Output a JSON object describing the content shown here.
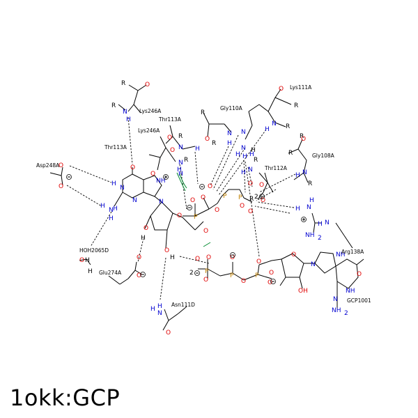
{
  "caption": "1okk:GCP",
  "colors": {
    "oxygen": "#e00000",
    "nitrogen": "#0000d0",
    "phosphorus": "#c08000",
    "hydrophobic": "#008a2e",
    "text": "#000000"
  },
  "residues": [
    {
      "name": "lys246a",
      "text": "Lys246A",
      "color": "#000000"
    },
    {
      "name": "thr113a-top",
      "text": "Thr113A",
      "color": "#000000"
    },
    {
      "name": "lys246a-green",
      "text": "Lys246A",
      "color": "#008a2e"
    },
    {
      "name": "thr113a-green",
      "text": "Thr113A",
      "color": "#008a2e"
    },
    {
      "name": "gly110a",
      "text": "Gly110A",
      "color": "#000000"
    },
    {
      "name": "lys111a",
      "text": "Lys111A",
      "color": "#000000"
    },
    {
      "name": "gly108a",
      "text": "Gly108A",
      "color": "#000000"
    },
    {
      "name": "thr112a",
      "text": "Thr112A",
      "color": "#000000"
    },
    {
      "name": "asp248a",
      "text": "Asp248A",
      "color": "#000000"
    },
    {
      "name": "hoh2065d",
      "text": "HOH2065D",
      "color": "#000000"
    },
    {
      "name": "glu274a",
      "text": "Glu274A",
      "color": "#000000"
    },
    {
      "name": "asn111d",
      "text": "Asn111D",
      "color": "#000000"
    },
    {
      "name": "arg138a",
      "text": "Arg138A",
      "color": "#000000"
    },
    {
      "name": "gcp1001",
      "text": "GCP1001",
      "color": "#000000"
    }
  ]
}
